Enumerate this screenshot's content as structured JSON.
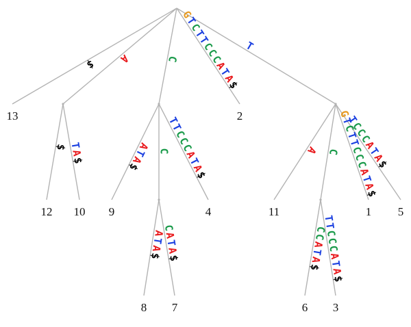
{
  "tree": {
    "leaves": [
      {
        "id": "leaf-13",
        "label": "13"
      },
      {
        "id": "leaf-2",
        "label": "2"
      },
      {
        "id": "leaf-12",
        "label": "12"
      },
      {
        "id": "leaf-10",
        "label": "10"
      },
      {
        "id": "leaf-9",
        "label": "9"
      },
      {
        "id": "leaf-4",
        "label": "4"
      },
      {
        "id": "leaf-11",
        "label": "11"
      },
      {
        "id": "leaf-1",
        "label": "1"
      },
      {
        "id": "leaf-5",
        "label": "5"
      },
      {
        "id": "leaf-8",
        "label": "8"
      },
      {
        "id": "leaf-7",
        "label": "7"
      },
      {
        "id": "leaf-6",
        "label": "6"
      },
      {
        "id": "leaf-3",
        "label": "3"
      }
    ],
    "edges": [
      {
        "id": "root-13",
        "label": "$"
      },
      {
        "id": "root-A",
        "label": "A"
      },
      {
        "id": "root-C",
        "label": "C"
      },
      {
        "id": "root-2",
        "label": "GTCTTCCCATA$"
      },
      {
        "id": "root-T",
        "label": "T"
      },
      {
        "id": "A-12",
        "label": "$"
      },
      {
        "id": "A-10",
        "label": "TA$"
      },
      {
        "id": "C-9",
        "label": "ATA$"
      },
      {
        "id": "C-CC",
        "label": "C"
      },
      {
        "id": "C-4",
        "label": "TTCCCATA$"
      },
      {
        "id": "CC-8",
        "label": "ATA$"
      },
      {
        "id": "CC-7",
        "label": "CATA$"
      },
      {
        "id": "T-11",
        "label": "A"
      },
      {
        "id": "T-TC",
        "label": "C"
      },
      {
        "id": "T-1",
        "label": "GTCTTCCCATA$"
      },
      {
        "id": "T-5",
        "label": "TCCCATA$"
      },
      {
        "id": "TC-6",
        "label": "CCATA$"
      },
      {
        "id": "TC-3",
        "label": "TTCCCATA$"
      }
    ]
  },
  "colors": {
    "A": "#e8191c",
    "C": "#1a9a4a",
    "G": "#e89a1f",
    "T": "#1a3fe0",
    "$": "#000000",
    "edge": "#b3b3b3"
  }
}
